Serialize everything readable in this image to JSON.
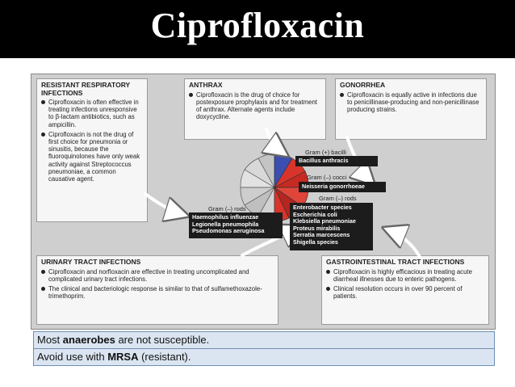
{
  "title": "Ciprofloxacin",
  "panels": {
    "respiratory": {
      "heading": "RESISTANT RESPIRATORY\nINFECTIONS",
      "items": [
        "Ciprofloxacin is often effective in treating infections unresponsive to β-lactam antibiotics, such as ampicillin.",
        "Ciprofloxacin is not the drug of first choice for pneumonia or sinusitis, because the fluoroquinolones have only weak activity against Streptococcus pneumoniae, a common causative agent."
      ]
    },
    "anthrax": {
      "heading": "ANTHRAX",
      "items": [
        "Ciprofloxacin is the drug of choice for postexposure prophylaxis and for treatment of anthrax. Alternate agents include doxycycline."
      ]
    },
    "gonorrhea": {
      "heading": "GONORRHEA",
      "items": [
        "Ciprofloxacin is equally active in infections due to penicillinase-producing and non-penicillinase producing strains."
      ]
    },
    "urinary": {
      "heading": "URINARY TRACT INFECTIONS",
      "items": [
        "Ciprofloxacin and norfloxacin are effective in treating uncomplicated and complicated urinary tract infections.",
        "The clinical and bacteriologic response is similar to that of sulfamethoxazole-trimethoprim."
      ]
    },
    "gi": {
      "heading": "GASTROINTESTINAL TRACT INFECTIONS",
      "items": [
        "Ciprofloxacin is highly efficacious in treating acute diarrheal illnesses due to enteric pathogens.",
        "Clinical resolution occurs in over 90 percent of patients."
      ]
    }
  },
  "groups": {
    "gram_pos_bacilli": {
      "label": "Gram (+) bacilli",
      "organisms": [
        "Bacillus anthracis"
      ]
    },
    "gram_neg_cocci": {
      "label": "Gram (–) cocci",
      "organisms": [
        "Neisseria gonorrhoeae"
      ]
    },
    "gram_neg_rods_right": {
      "label": "Gram (–) rods",
      "organisms": [
        "Enterobacter species",
        "Escherichia coli",
        "Klebsiella pneumoniae",
        "Proteus mirabilis",
        "Serratia marcescens",
        "Shigella species"
      ]
    },
    "gram_neg_rods_left": {
      "label": "Gram (–) rods",
      "organisms": [
        "Haemophilus influenzae",
        "Legionella pneumophila",
        "Pseudomonas aeruginosa"
      ]
    }
  },
  "notes": {
    "row1_pre": "Most ",
    "row1_bold": "anaerobes",
    "row1_post": " are not susceptible.",
    "row2_pre": "Avoid use with ",
    "row2_bold": "MRSA",
    "row2_post": " (resistant)."
  },
  "colors": {
    "pie_red": "#d9342b",
    "pie_blue": "#3a4fb0",
    "pie_grey": "#9a9a9a",
    "table_fill": "#dbe5f1"
  }
}
